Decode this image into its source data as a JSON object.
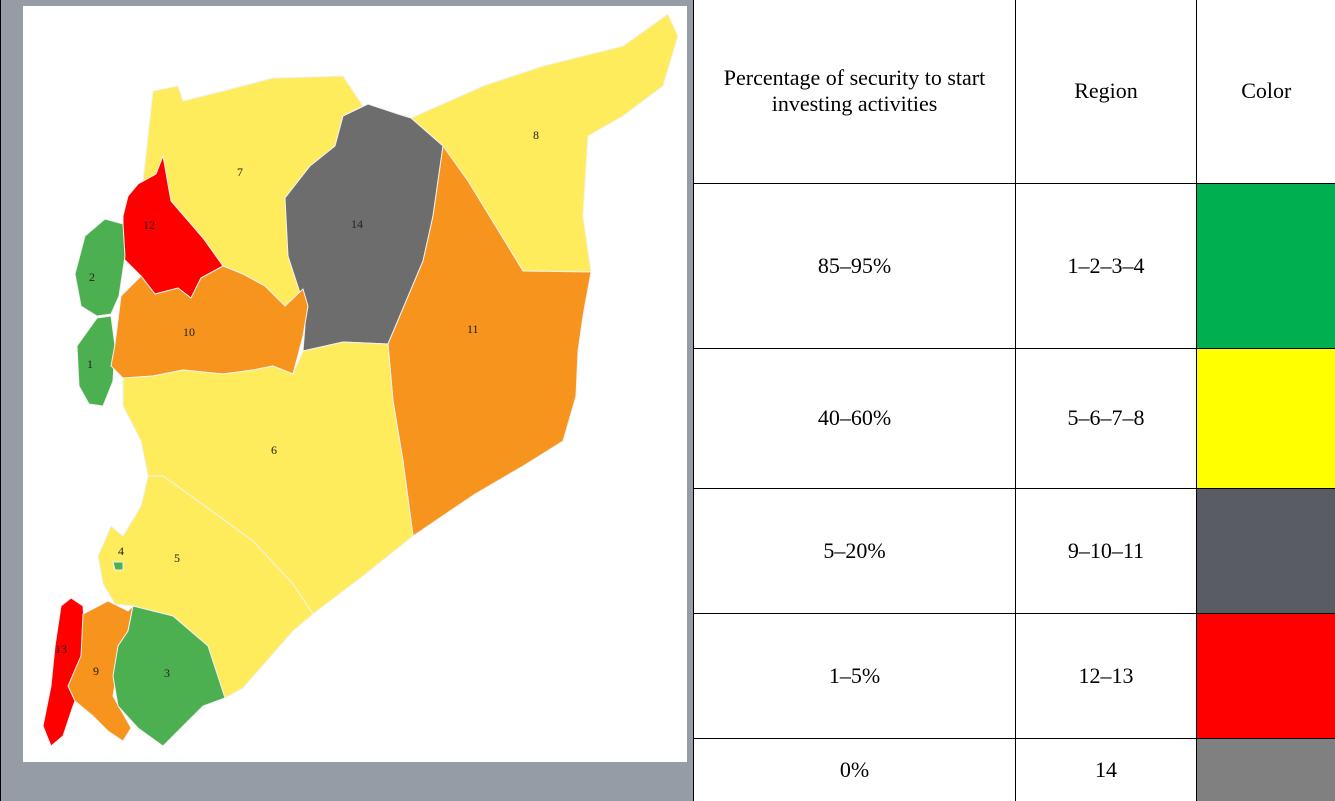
{
  "table": {
    "headers": {
      "percentage": "Percentage of security to start investing activities",
      "region": "Region",
      "color": "Color"
    },
    "rows": [
      {
        "percentage": "85–95%",
        "region": "1–2–3–4",
        "color": "#00b050"
      },
      {
        "percentage": "40–60%",
        "region": "5–6–7–8",
        "color": "#ffff00"
      },
      {
        "percentage": "5–20%",
        "region": "9–10–11",
        "color": "#595c63"
      },
      {
        "percentage": "1–5%",
        "region": "12–13",
        "color": "#ff0000"
      },
      {
        "percentage": "0%",
        "region": "14",
        "color": "#808080"
      }
    ]
  },
  "map": {
    "regions": [
      {
        "label": "1",
        "color": "#4caf50"
      },
      {
        "label": "2",
        "color": "#4caf50"
      },
      {
        "label": "3",
        "color": "#4caf50"
      },
      {
        "label": "4",
        "color": "#4caf50"
      },
      {
        "label": "5",
        "color": "#ffec5c"
      },
      {
        "label": "6",
        "color": "#ffec5c"
      },
      {
        "label": "7",
        "color": "#ffec5c"
      },
      {
        "label": "8",
        "color": "#ffec5c"
      },
      {
        "label": "9",
        "color": "#f7941e"
      },
      {
        "label": "10",
        "color": "#f7941e"
      },
      {
        "label": "11",
        "color": "#f7941e"
      },
      {
        "label": "12",
        "color": "#ff0000"
      },
      {
        "label": "13",
        "color": "#ff0000"
      },
      {
        "label": "14",
        "color": "#6d6d6d"
      }
    ]
  }
}
